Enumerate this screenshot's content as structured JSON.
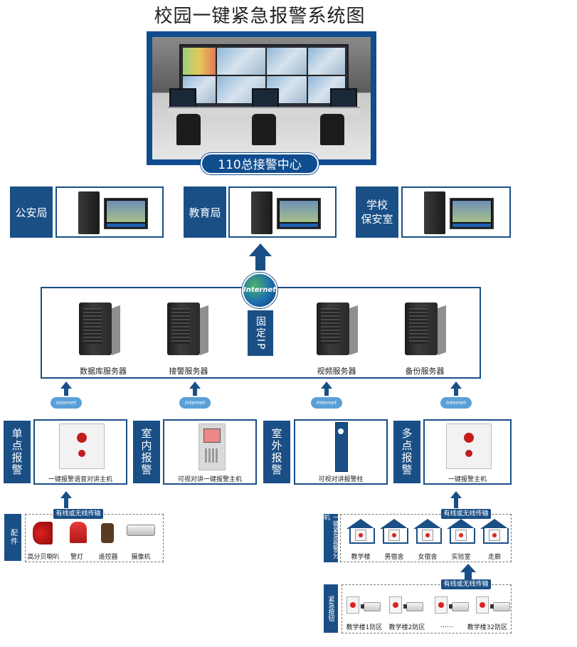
{
  "title": "校园一键紧急报警系统图",
  "center": {
    "label": "110总接警中心"
  },
  "clients": [
    {
      "label": "公安局"
    },
    {
      "label": "教育局"
    },
    {
      "label": "学校\n保安室"
    }
  ],
  "internet": "Internet",
  "fixed_ip": "固定IP",
  "servers": [
    {
      "label": "数据库服务器"
    },
    {
      "label": "接警服务器"
    },
    {
      "label": "视频服务器"
    },
    {
      "label": "备份服务器"
    }
  ],
  "cloud_label": "Internet",
  "stations": [
    {
      "tag": "单点报警",
      "device": "一键报警语音对讲主机"
    },
    {
      "tag": "室内报警",
      "device": "可视对讲一键报警主机"
    },
    {
      "tag": "室外报警",
      "device": "可视对讲报警柱"
    },
    {
      "tag": "多点报警",
      "device": "一键报警主机"
    }
  ],
  "accessories": {
    "tag": "配件",
    "transmission": "有线或无线传输",
    "items": [
      {
        "label": "高分贝喇叭"
      },
      {
        "label": "警灯"
      },
      {
        "label": "遥控器"
      },
      {
        "label": "摄像机"
      }
    ]
  },
  "alarm_branch": {
    "tag": "一键紧急报警分机",
    "transmission": "有线或无线传输",
    "items": [
      {
        "label": "教学楼"
      },
      {
        "label": "男宿舍"
      },
      {
        "label": "女宿舍"
      },
      {
        "label": "实验室"
      },
      {
        "label": "走廊"
      }
    ]
  },
  "emergency_buttons": {
    "tag": "紧急按钮",
    "transmission": "有线或无线传输",
    "items": [
      {
        "label": "教学楼1防区"
      },
      {
        "label": "教学楼2防区"
      },
      {
        "label": "……"
      },
      {
        "label": "教学楼32防区"
      }
    ]
  },
  "colors": {
    "primary": "#1a4f86",
    "cloud": "#5aa0d8"
  }
}
